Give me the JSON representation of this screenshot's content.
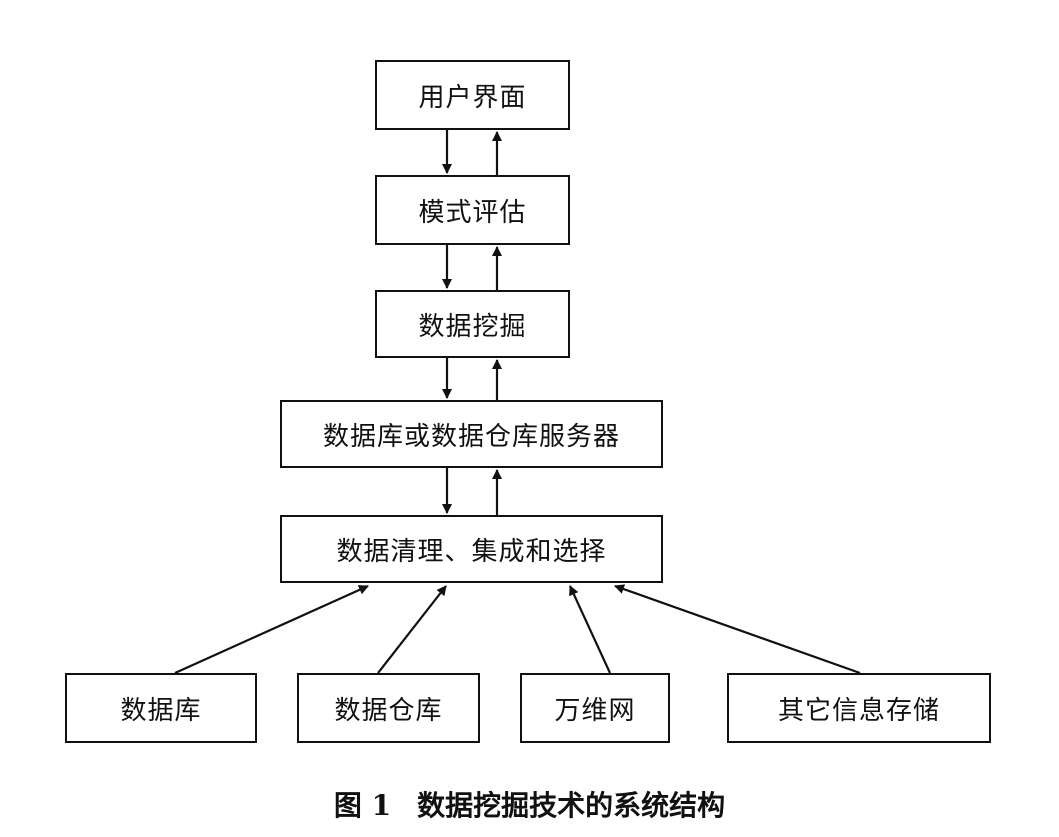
{
  "nodes": {
    "ui": "用户界面",
    "pattern_eval": "模式评估",
    "data_mining": "数据挖掘",
    "server": "数据库或数据仓库服务器",
    "cleaning": "数据清理、集成和选择",
    "database": "数据库",
    "warehouse": "数据仓库",
    "web": "万维网",
    "other_storage": "其它信息存储"
  },
  "caption": {
    "figure_no": "图 1",
    "title": "数据挖掘技术的系统结构"
  },
  "colors": {
    "line": "#111111",
    "background": "#ffffff"
  }
}
